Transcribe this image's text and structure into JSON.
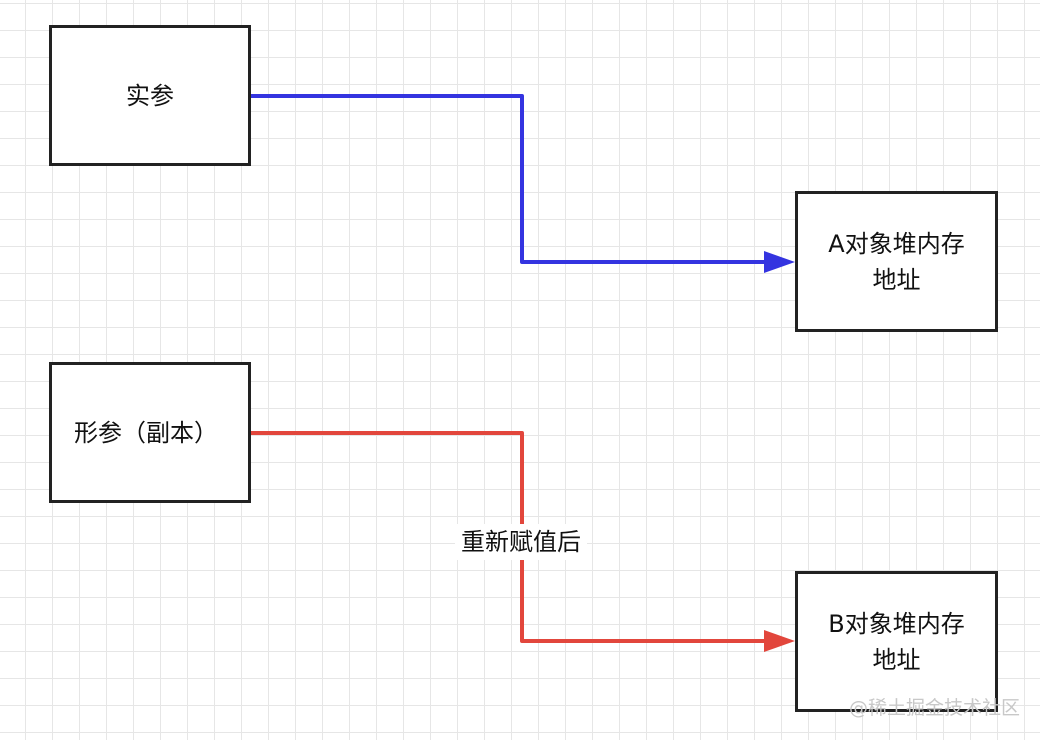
{
  "nodes": {
    "actual_param": "实参",
    "formal_param": "形参（副本）",
    "heap_a": "A对象堆内存地址",
    "heap_b": "B对象堆内存地址"
  },
  "edges": {
    "blue": {
      "from": "实参",
      "to": "A对象堆内存地址",
      "color": "#3434e0"
    },
    "red": {
      "from": "形参（副本）",
      "to": "B对象堆内存地址",
      "color": "#e2463c",
      "label": "重新赋值后"
    }
  },
  "watermark": "@稀土掘金技术社区"
}
